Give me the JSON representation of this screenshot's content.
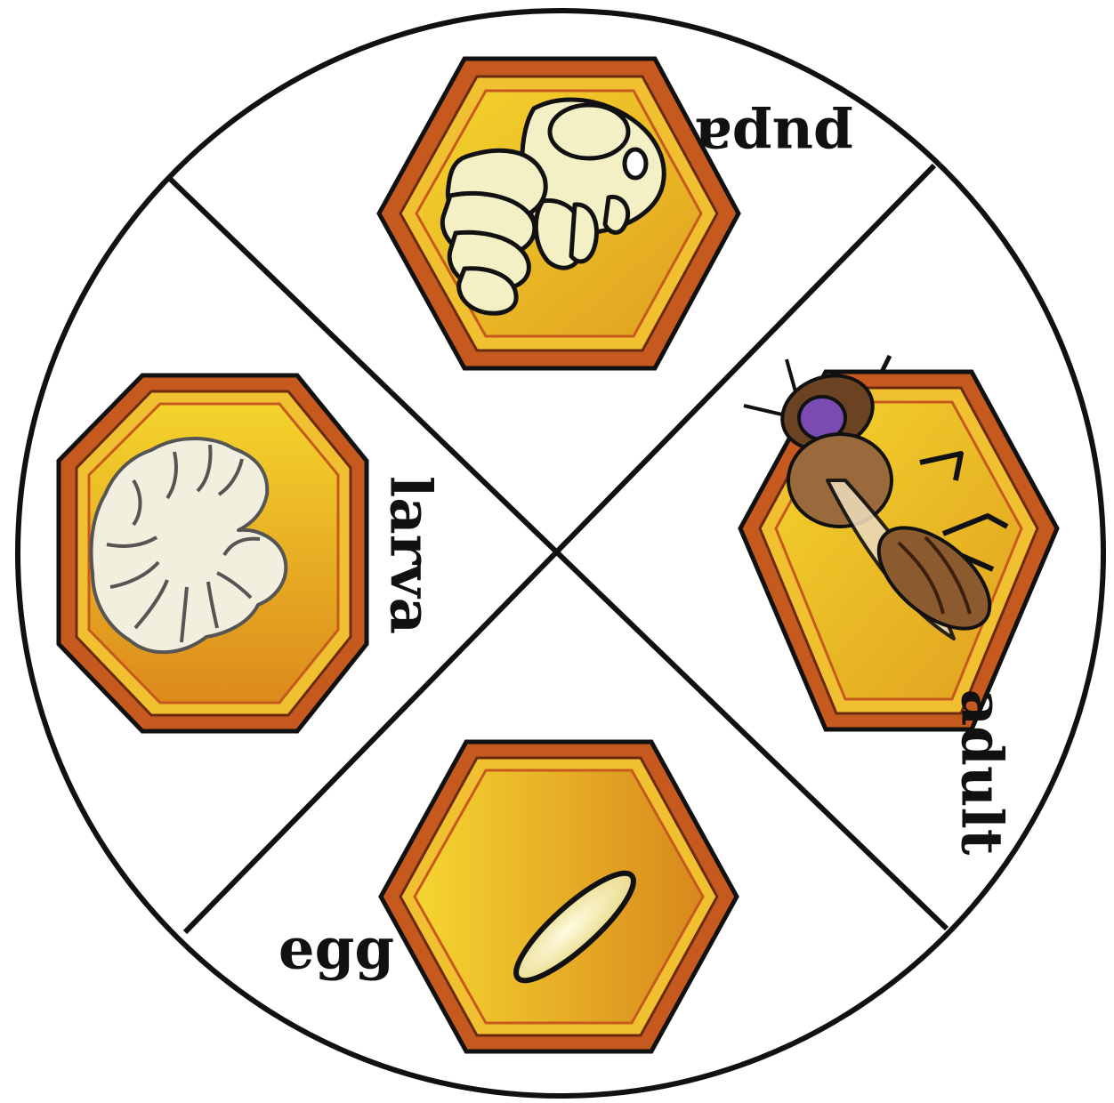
{
  "labels": {
    "pupa": "pupa",
    "adult": "adult",
    "egg": "egg",
    "larva": "larva"
  },
  "colors": {
    "outline": "#111111",
    "hex_border_dark": "#5a2e0f",
    "hex_border": "#c65a1e",
    "hex_fill_light": "#f4d02a",
    "hex_fill_dark": "#d98a1c",
    "larva_body": "#f2efdf",
    "pupa_body": "#f3f0c6",
    "egg_body": "#f6efb8",
    "bee_body": "#9a6a3c",
    "bee_eye": "#7a4bb0"
  },
  "icons": [
    "pupa-icon",
    "bee-icon",
    "egg-icon",
    "larva-icon"
  ]
}
